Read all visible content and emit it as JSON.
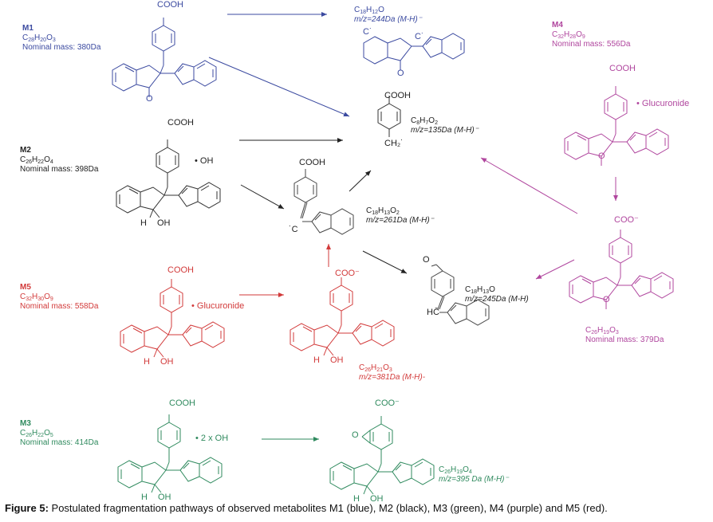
{
  "colors": {
    "M1": "#3b4aa0",
    "M2": "#222222",
    "M3": "#2f8a5e",
    "M4": "#b0469e",
    "M5": "#d23a3a"
  },
  "metabolites": {
    "M1": {
      "name": "M1",
      "formula": [
        "C",
        "28",
        "H",
        "20",
        "O",
        "3"
      ],
      "mass": "Nominal mass: 380Da"
    },
    "M2": {
      "name": "M2",
      "formula": [
        "C",
        "26",
        "H",
        "22",
        "O",
        "4"
      ],
      "mass": "Nominal mass: 398Da",
      "modification": "• OH"
    },
    "M3": {
      "name": "M3",
      "formula": [
        "C",
        "26",
        "H",
        "22",
        "O",
        "5"
      ],
      "mass": "Nominal mass: 414Da",
      "modification": "• 2 x OH"
    },
    "M4": {
      "name": "M4",
      "formula": [
        "C",
        "32",
        "H",
        "28",
        "O",
        "9"
      ],
      "mass": "Nominal mass: 556Da",
      "modification": "• Glucuronide"
    },
    "M5": {
      "name": "M5",
      "formula": [
        "C",
        "32",
        "H",
        "30",
        "O",
        "9"
      ],
      "mass": "Nominal mass: 558Da",
      "modification": "• Glucuronide"
    }
  },
  "fragments": {
    "f244": {
      "formula": [
        "C",
        "18",
        "H",
        "12",
        "O",
        ""
      ],
      "mz": "m/z=244Da (M-H)⁻"
    },
    "f135": {
      "formula": [
        "C",
        "8",
        "H",
        "7",
        "O",
        "2"
      ],
      "mz": "m/z=135Da (M-H)⁻",
      "group": "CH₂˙"
    },
    "f261": {
      "formula": [
        "C",
        "18",
        "H",
        "13",
        "O",
        "2"
      ],
      "mz": "m/z=261Da (M-H)⁻"
    },
    "f245": {
      "formula": [
        "C",
        "18",
        "H",
        "13",
        "O",
        ""
      ],
      "mz": "m/z=245Da (M-H)",
      "group": "HC̄"
    },
    "f381": {
      "formula": [
        "C",
        "26",
        "H",
        "21",
        "O",
        "3"
      ],
      "mz": "m/z=381Da (M-H)-"
    },
    "f379": {
      "formula": [
        "C",
        "26",
        "H",
        "19",
        "O",
        "3"
      ],
      "mass": "Nominal mass: 379Da"
    },
    "f395": {
      "formula": [
        "C",
        "26",
        "H",
        "19",
        "O",
        "4"
      ],
      "mz": "m/z=395 Da (M-H)⁻"
    }
  },
  "groups": {
    "cooh": "COOH",
    "coo_minus": "COO⁻",
    "oh": "OH",
    "h": "H",
    "o": "O",
    "c_radical": "C˙",
    "c_anion": "˙C"
  },
  "caption": {
    "label": "Figure 5:",
    "text": " Postulated fragmentation pathways of observed metabolites M1 (blue), M2 (black), M3 (green), M4 (purple) and M5 (red)."
  }
}
